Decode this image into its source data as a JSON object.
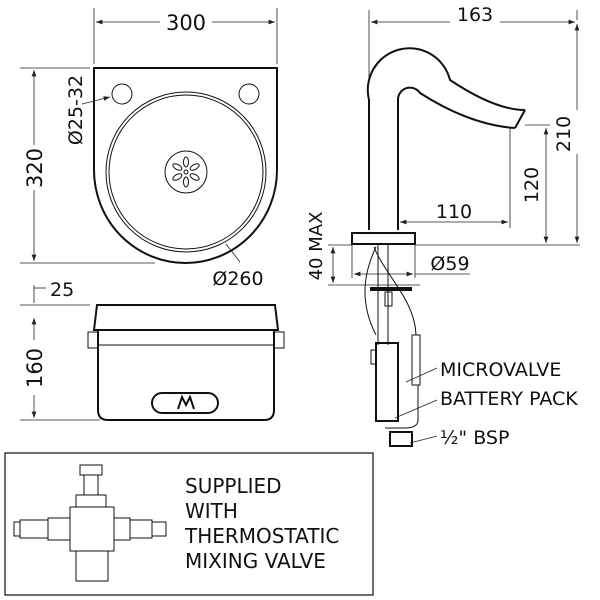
{
  "basin_top": {
    "width_label": "300",
    "depth_label": "320",
    "tap_hole_label": "Ø25-32",
    "bowl_label": "Ø260"
  },
  "basin_side": {
    "rim_label": "25",
    "height_label": "160"
  },
  "tap": {
    "reach_label": "163",
    "height_label": "210",
    "outlet_height_label": "120",
    "outlet_reach_label": "110",
    "deck_label": "40 MAX",
    "base_label": "Ø59",
    "microvalve_label": "MICROVALVE",
    "battery_label": "BATTERY PACK",
    "bsp_label": "½\" BSP"
  },
  "note": {
    "lines": [
      "SUPPLIED",
      "WITH",
      "THERMOSTATIC",
      "MIXING VALVE"
    ]
  },
  "colors": {
    "line": "#111111",
    "background": "#ffffff"
  }
}
